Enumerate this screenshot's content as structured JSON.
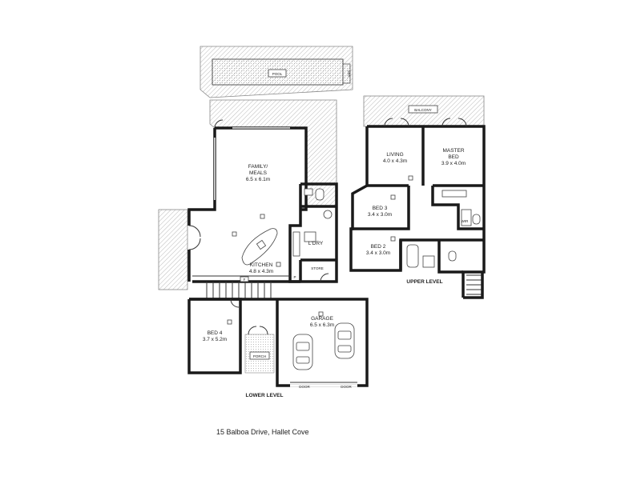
{
  "rooms": {
    "pool": "POOL",
    "spa": "SPA",
    "balcony": "BALCONY",
    "family_name": "FAMILY/",
    "family_name2": "MEALS",
    "family_dim": "6.5 x 6.1m",
    "kitchen_name": "KITCHEN",
    "kitchen_dim": "4.8 x 4.3m",
    "ldry": "L'DRY",
    "store": "STORE",
    "pantry": "P",
    "fridge": "F",
    "bed4_name": "BED 4",
    "bed4_dim": "3.7 x 5.2m",
    "porch": "PORCH",
    "garage_name": "GARAGE",
    "garage_dim": "6.5 x 6.3m",
    "door1": "DOOR",
    "door2": "DOOR",
    "living_name": "LIVING",
    "living_dim": "4.0 x 4.3m",
    "master_name": "MASTER",
    "master_name2": "BED",
    "master_dim": "3.9 x 4.0m",
    "wir": "WIR",
    "bed3_name": "BED 3",
    "bed3_dim": "3.4 x 3.0m",
    "bed2_name": "BED 2",
    "bed2_dim": "3.4 x 3.0m"
  },
  "levels": {
    "lower": "LOWER LEVEL",
    "upper": "UPPER LEVEL"
  },
  "caption": "15 Balboa Drive, Hallet Cove",
  "colors": {
    "walls": "#1a1a1a",
    "hatch": "#9a9a9a"
  }
}
